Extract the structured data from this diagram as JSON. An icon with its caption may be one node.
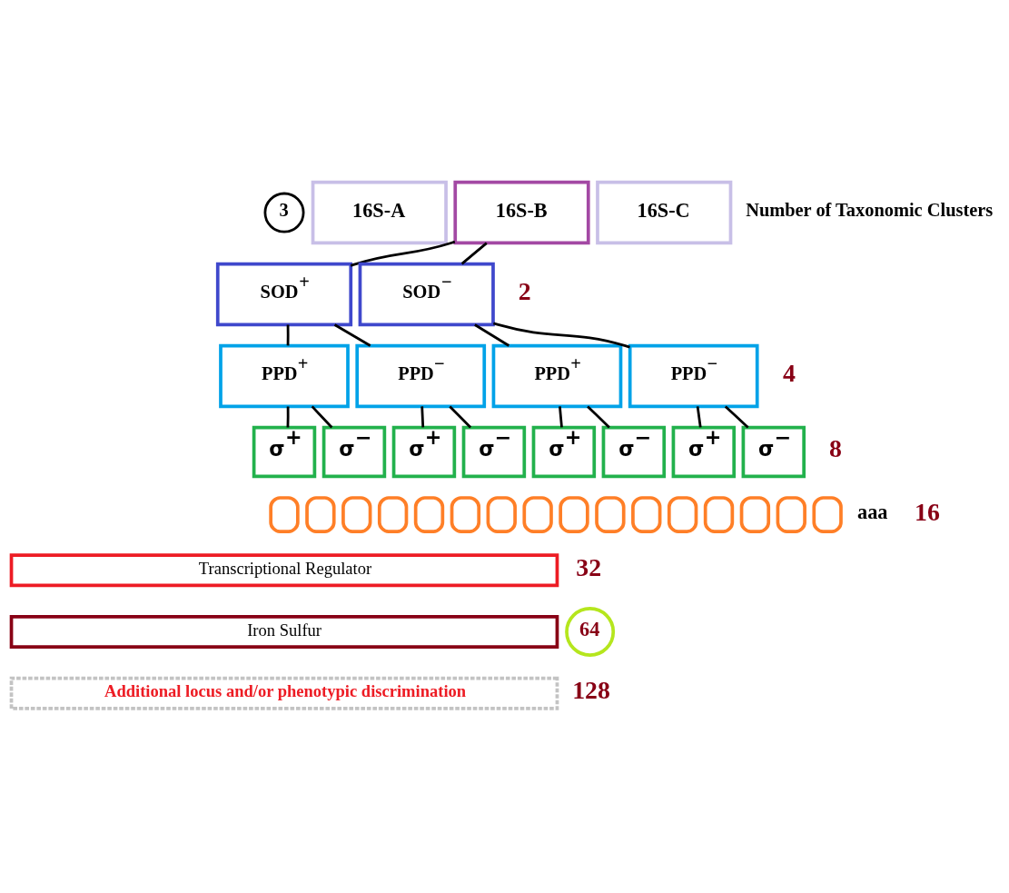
{
  "diagram": {
    "nodes": [
      {
        "text": [
          "3"
        ]
      },
      {
        "text": [
          "16S-A"
        ]
      },
      {
        "text": [
          "16S-B"
        ]
      },
      {
        "text": [
          "16S-C"
        ]
      },
      {
        "text": [
          "SOD$^{+}$"
        ]
      },
      {
        "text": [
          "SOD$^{−}$"
        ]
      },
      {
        "text": [
          "PPD$^{+}$"
        ]
      },
      {
        "text": [
          "PPD$^{−}$"
        ]
      },
      {
        "text": [
          "PPD$^{+}$"
        ]
      },
      {
        "text": [
          "PPD$^{−}$"
        ]
      },
      {
        "text": [
          "σ$^{+}$"
        ]
      },
      {
        "text": [
          "σ$^{−}$"
        ]
      },
      {
        "text": [
          "σ$^{+}$"
        ]
      },
      {
        "text": [
          "σ$^{−}$"
        ]
      },
      {
        "text": [
          "σ$^{+}$"
        ]
      },
      {
        "text": [
          "σ$^{−}$"
        ]
      },
      {
        "text": [
          "σ$^{+}$"
        ]
      },
      {
        "text": [
          "σ$^{−}$"
        ]
      },
      {
        "text": [],
        "shape": "box"
      },
      {
        "text": [],
        "shape": "box"
      },
      {
        "text": [],
        "shape": "box"
      },
      {
        "text": [],
        "shape": "box"
      },
      {
        "text": [],
        "shape": "box"
      },
      {
        "text": [],
        "shape": "box"
      },
      {
        "text": [],
        "shape": "box"
      },
      {
        "text": [],
        "shape": "box"
      },
      {
        "text": [],
        "shape": "box"
      },
      {
        "text": [],
        "shape": "box"
      },
      {
        "text": [],
        "shape": "box"
      },
      {
        "text": [],
        "shape": "box"
      },
      {
        "text": [],
        "shape": "box"
      },
      {
        "text": [],
        "shape": "box"
      },
      {
        "text": [],
        "shape": "box"
      },
      {
        "text": [],
        "shape": "box"
      },
      {
        "text": [
          "Transcriptional Regulator"
        ]
      },
      {
        "text": [
          "Iron Sulfur"
        ]
      },
      {
        "text": [
          "64"
        ]
      },
      {
        "text": [
          "Additional locus and/or phenotypic discrimination"
        ]
      }
    ],
    "edges": [
      {
        "from": 4,
        "to": 2,
        "arrow": "none"
      },
      {
        "from": 5,
        "to": 2,
        "arrow": "none"
      },
      {
        "from": 6,
        "to": 4,
        "arrow": "none"
      },
      {
        "from": 7,
        "to": 4,
        "arrow": "none"
      },
      {
        "from": 8,
        "to": 5,
        "arrow": "none"
      },
      {
        "from": 9,
        "to": 5,
        "arrow": "none"
      },
      {
        "from": 6,
        "to": 10,
        "arrow": "none"
      },
      {
        "from": 6,
        "to": 11,
        "arrow": "none"
      },
      {
        "from": 7,
        "to": 12,
        "arrow": "none"
      },
      {
        "from": 7,
        "to": 13,
        "arrow": "none"
      },
      {
        "from": 8,
        "to": 14,
        "arrow": "none"
      },
      {
        "from": 8,
        "to": 15,
        "arrow": "none"
      },
      {
        "from": 9,
        "to": 16,
        "arrow": "none"
      },
      {
        "from": 9,
        "to": 17,
        "arrow": "none"
      }
    ],
    "labels": [
      "Number of Taxonomic Clusters",
      "2",
      "4",
      "8",
      "aaa",
      "16",
      "32",
      "128"
    ]
  }
}
